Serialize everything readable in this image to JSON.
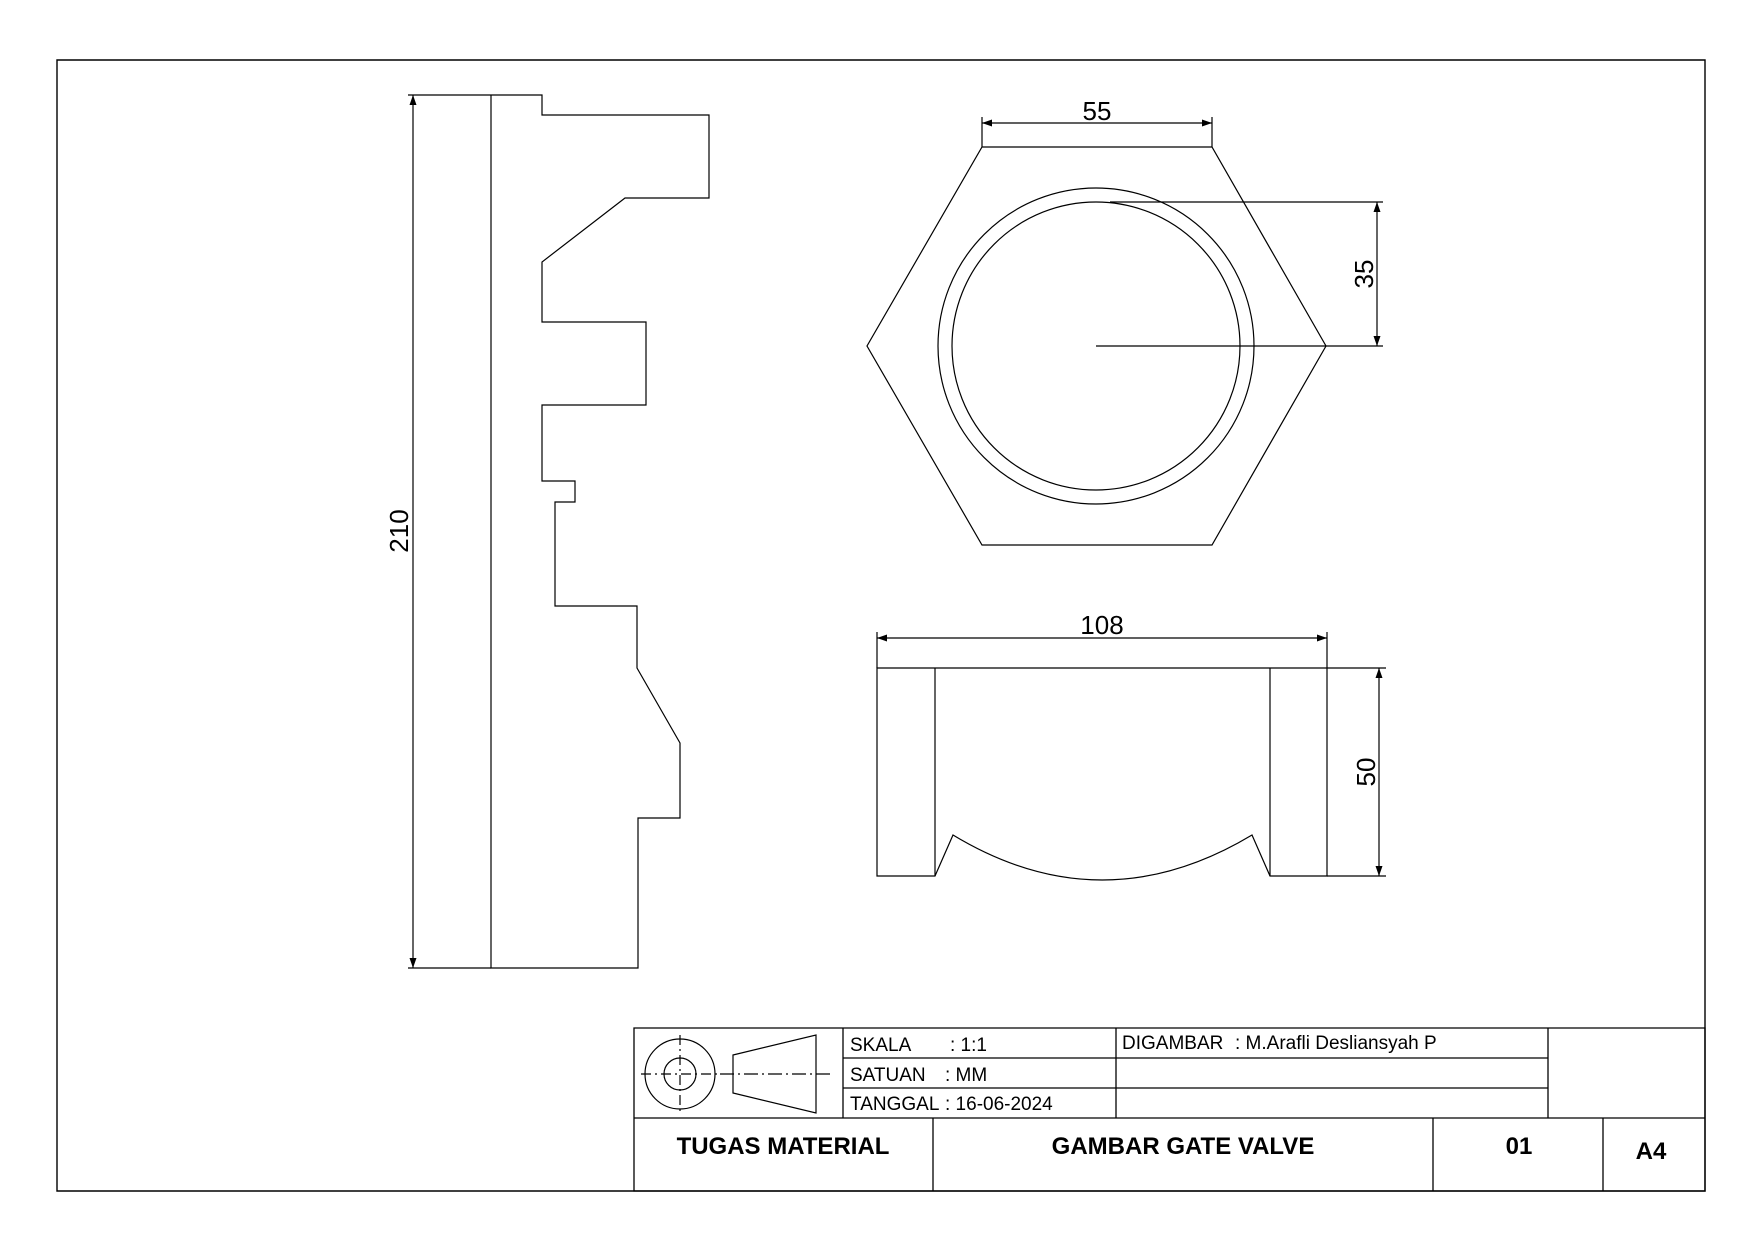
{
  "dimensions": {
    "side_height": "210",
    "hex_width": "55",
    "hex_radius": "35",
    "front_width": "108",
    "front_height": "50"
  },
  "title_block": {
    "skala_label": "SKALA",
    "skala_value": ": 1:1",
    "satuan_label": "SATUAN",
    "satuan_value": ": MM",
    "tanggal_label": "TANGGAL",
    "tanggal_value": ": 16-06-2024",
    "digambar_label": "DIGAMBAR",
    "digambar_value": ": M.Arafli Desliansyah P",
    "assignment": "TUGAS MATERIAL",
    "drawing_title": "GAMBAR GATE VALVE",
    "sheet_number": "01",
    "paper_size": "A4"
  }
}
